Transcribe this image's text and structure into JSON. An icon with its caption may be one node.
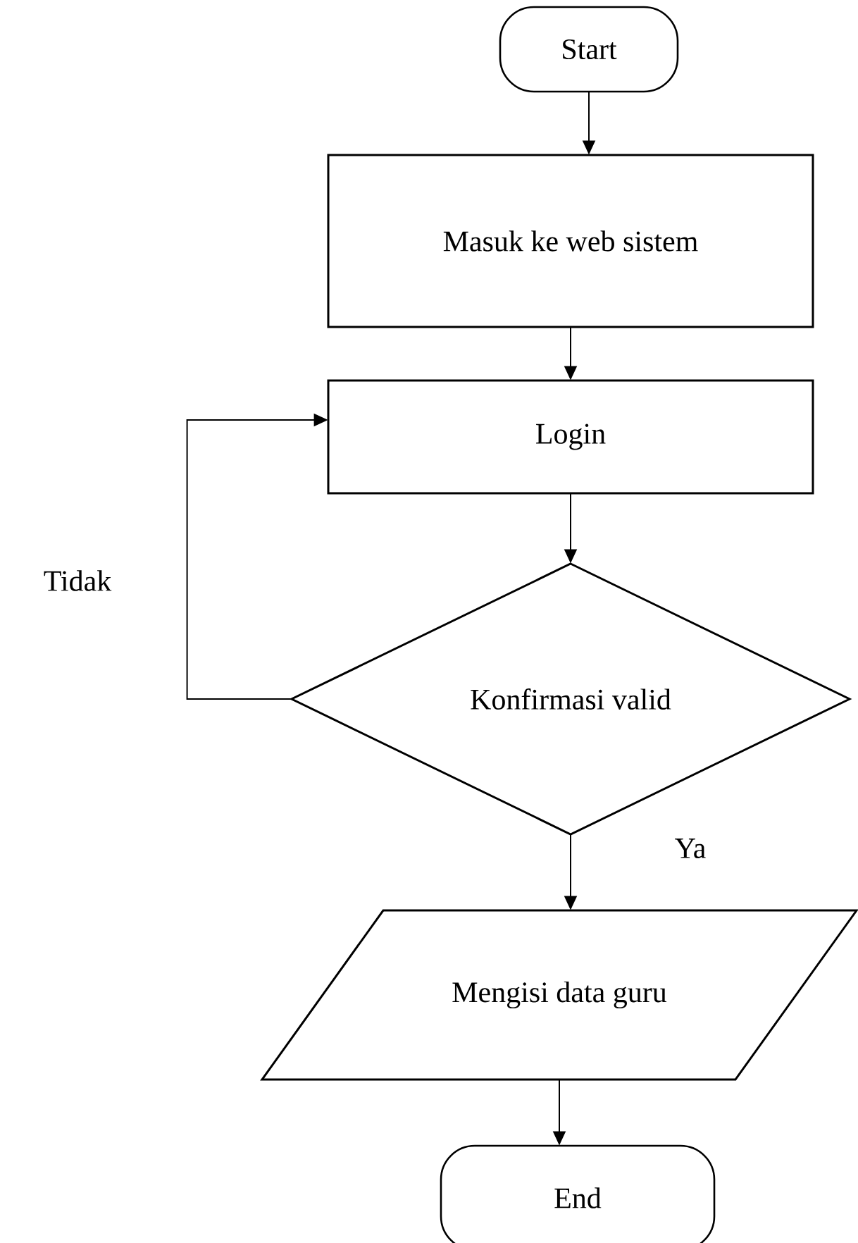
{
  "diagram": {
    "nodes": [
      {
        "text": [
          "Start"
        ]
      },
      {
        "text": [
          "Masuk ke web sistem"
        ]
      },
      {
        "text": [
          "Login"
        ]
      },
      {
        "text": [
          "Konfirmasi valid"
        ]
      },
      {
        "text": [
          "Mengisi data guru"
        ]
      },
      {
        "text": [
          "End"
        ]
      }
    ],
    "edges": [
      {
        "from": 0,
        "to": 1,
        "arrow": "to"
      },
      {
        "from": 1,
        "to": 2,
        "arrow": "to"
      },
      {
        "from": 2,
        "to": 3,
        "arrow": "to"
      },
      {
        "from": 3,
        "to": 2,
        "arrow": "to",
        "label": "Tidak"
      },
      {
        "from": 3,
        "to": 4,
        "arrow": "to",
        "label": "Ya"
      },
      {
        "from": 4,
        "to": 5,
        "arrow": "to"
      }
    ]
  }
}
